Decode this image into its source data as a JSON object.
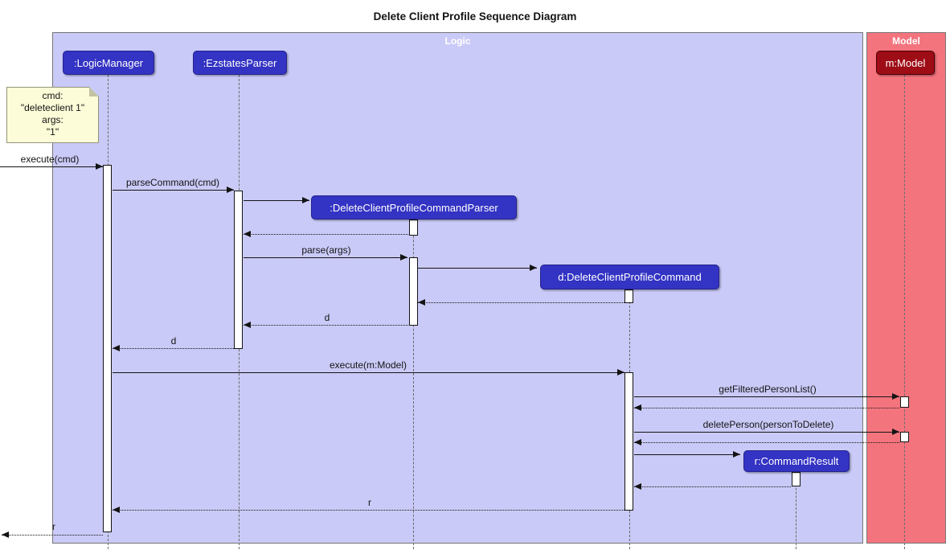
{
  "title": "Delete Client Profile Sequence Diagram",
  "frames": {
    "logic": {
      "label": "Logic"
    },
    "model": {
      "label": "Model"
    }
  },
  "participants": {
    "logic_manager": {
      "label": ":LogicManager"
    },
    "ezstates_parser": {
      "label": ":EzstatesParser"
    },
    "delete_parser": {
      "label": ":DeleteClientProfileCommandParser"
    },
    "delete_command": {
      "label": "d:DeleteClientProfileCommand"
    },
    "command_result": {
      "label": "r:CommandResult"
    },
    "model": {
      "label": "m:Model"
    }
  },
  "note": {
    "lines": [
      "cmd:",
      "\"deleteclient 1\"",
      "args:",
      "\"1\""
    ]
  },
  "messages": {
    "execute_cmd": "execute(cmd)",
    "parse_command": "parseCommand(cmd)",
    "parse_args": "parse(args)",
    "return_d_to_parser": "d",
    "return_d_to_manager": "d",
    "execute_model": "execute(m:Model)",
    "get_filtered_person_list": "getFilteredPersonList()",
    "delete_person": "deletePerson(personToDelete)",
    "return_r_to_manager": "r",
    "return_r_out": "r"
  },
  "colors": {
    "logic_frame_fill": "#CACAF8",
    "model_frame_fill": "#F4747E",
    "frame_border": "#767676",
    "participant_fill": "#3333C4",
    "participant_border": "#24248C",
    "model_participant_fill": "#9E0C16",
    "model_participant_border": "#4A0006",
    "note_fill": "#FCFCD8",
    "note_border": "#94947A",
    "lifeline": "#6B6B6B",
    "arrow": "#141414"
  }
}
